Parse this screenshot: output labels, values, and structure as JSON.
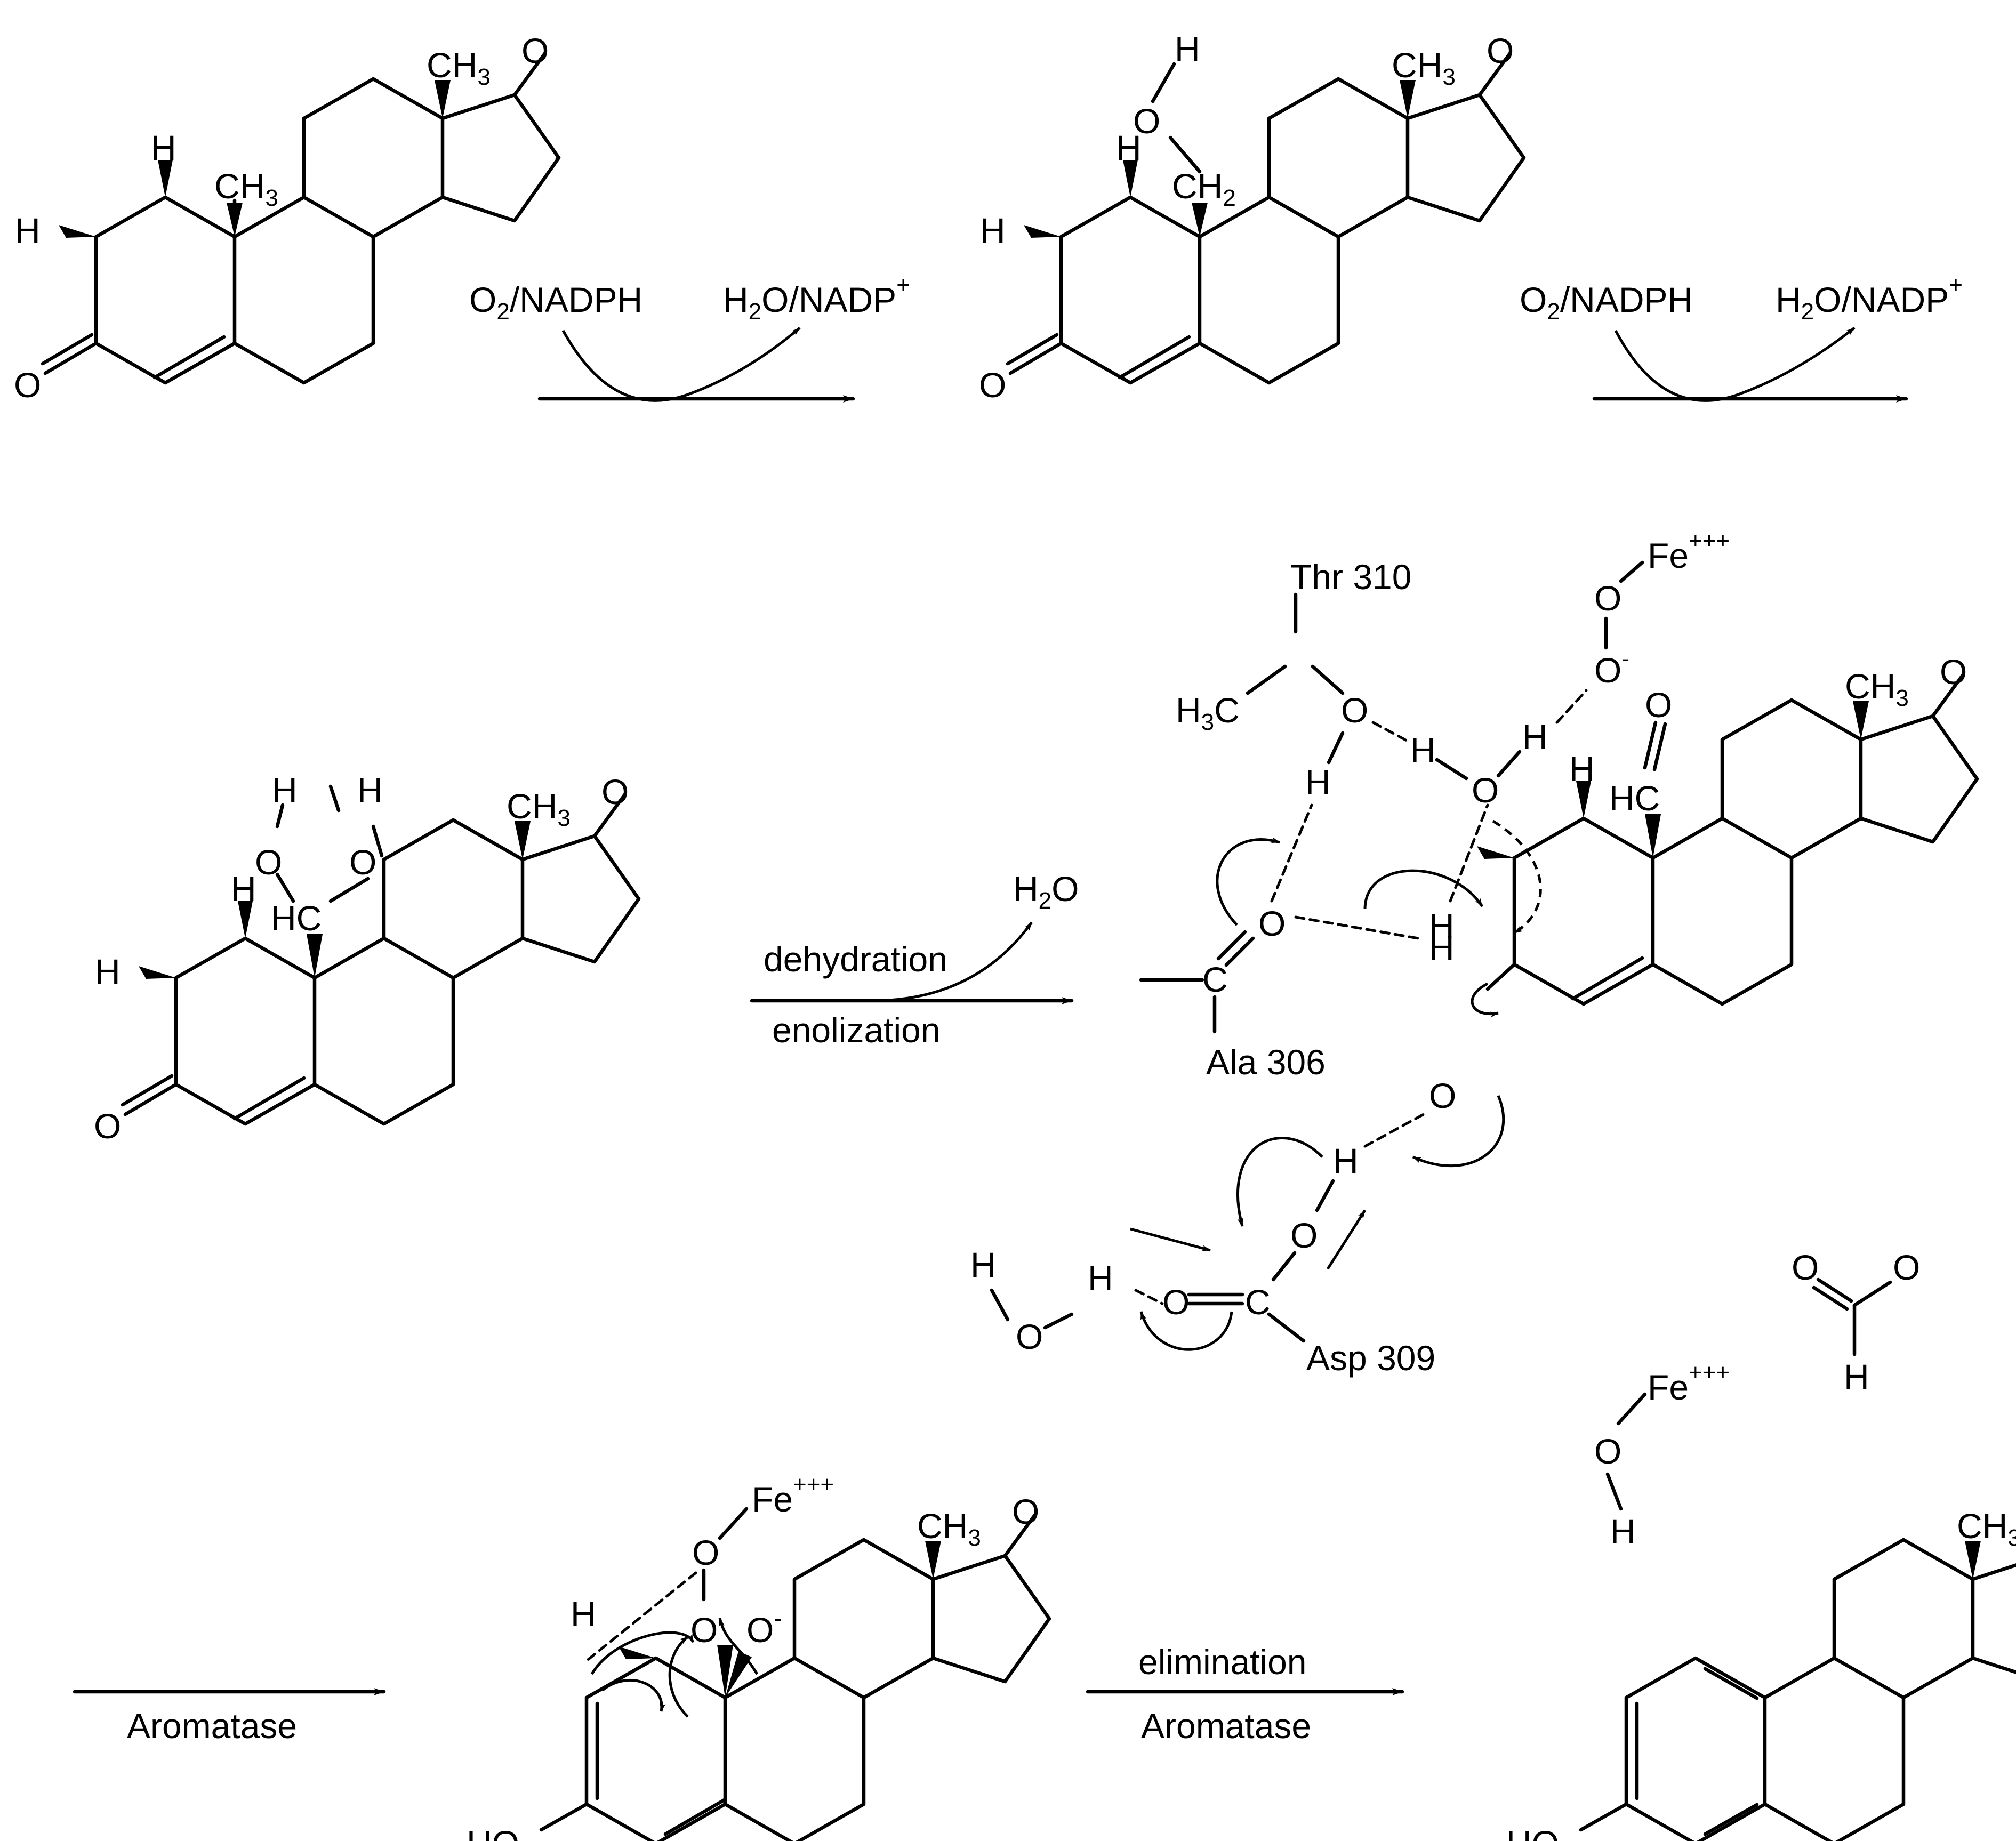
{
  "atoms": {
    "O": "O",
    "H": "H",
    "C": "C",
    "HO": "HO",
    "OH": "O",
    "HC": "HC",
    "CH3": "CH",
    "CH2": "CH",
    "H3C": "H",
    "H3Cc": "C",
    "H2O": "H",
    "H2Otail": "O",
    "sub2": "2",
    "sub3": "3",
    "minus": "-",
    "plus": "+",
    "fe": "Fe",
    "fe3": "+++"
  },
  "reagents": {
    "o2_nadph_a": "O",
    "o2_nadph_b": "/NADPH",
    "h2o_nadp_a": "H",
    "h2o_nadp_b": "O/NADP"
  },
  "steps": {
    "dehydration": "dehydration",
    "enolization": "enolization",
    "aromatase": "Aromatase",
    "elimination": "elimination"
  },
  "residues": {
    "thr": "Thr 310",
    "ala": "Ala 306",
    "asp": "Asp 309"
  }
}
